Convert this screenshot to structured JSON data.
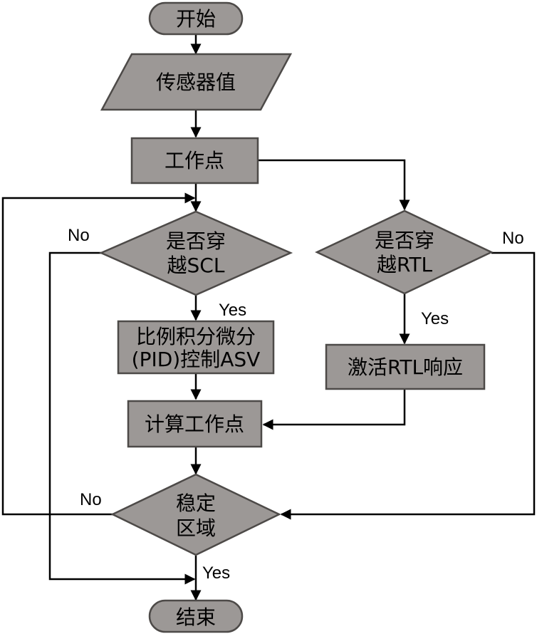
{
  "nodes": {
    "start": {
      "label": "开始"
    },
    "sensor": {
      "label": "传感器值"
    },
    "op_point": {
      "label": "工作点"
    },
    "scl_check": {
      "line1": "是否穿",
      "line2": "越SCL"
    },
    "rtl_check": {
      "line1": "是否穿",
      "line2": "越RTL"
    },
    "pid": {
      "line1": "比例积分微分",
      "line2": "(PID)控制ASV"
    },
    "rtl_resp": {
      "label": "激活RTL响应"
    },
    "calc": {
      "label": "计算工作点"
    },
    "stable": {
      "line1": "稳定",
      "line2": "区域"
    },
    "end": {
      "label": "结束"
    }
  },
  "edge_labels": {
    "scl_no": "No",
    "scl_yes": "Yes",
    "rtl_yes": "Yes",
    "rtl_no": "No",
    "stable_no": "No",
    "stable_yes": "Yes"
  }
}
